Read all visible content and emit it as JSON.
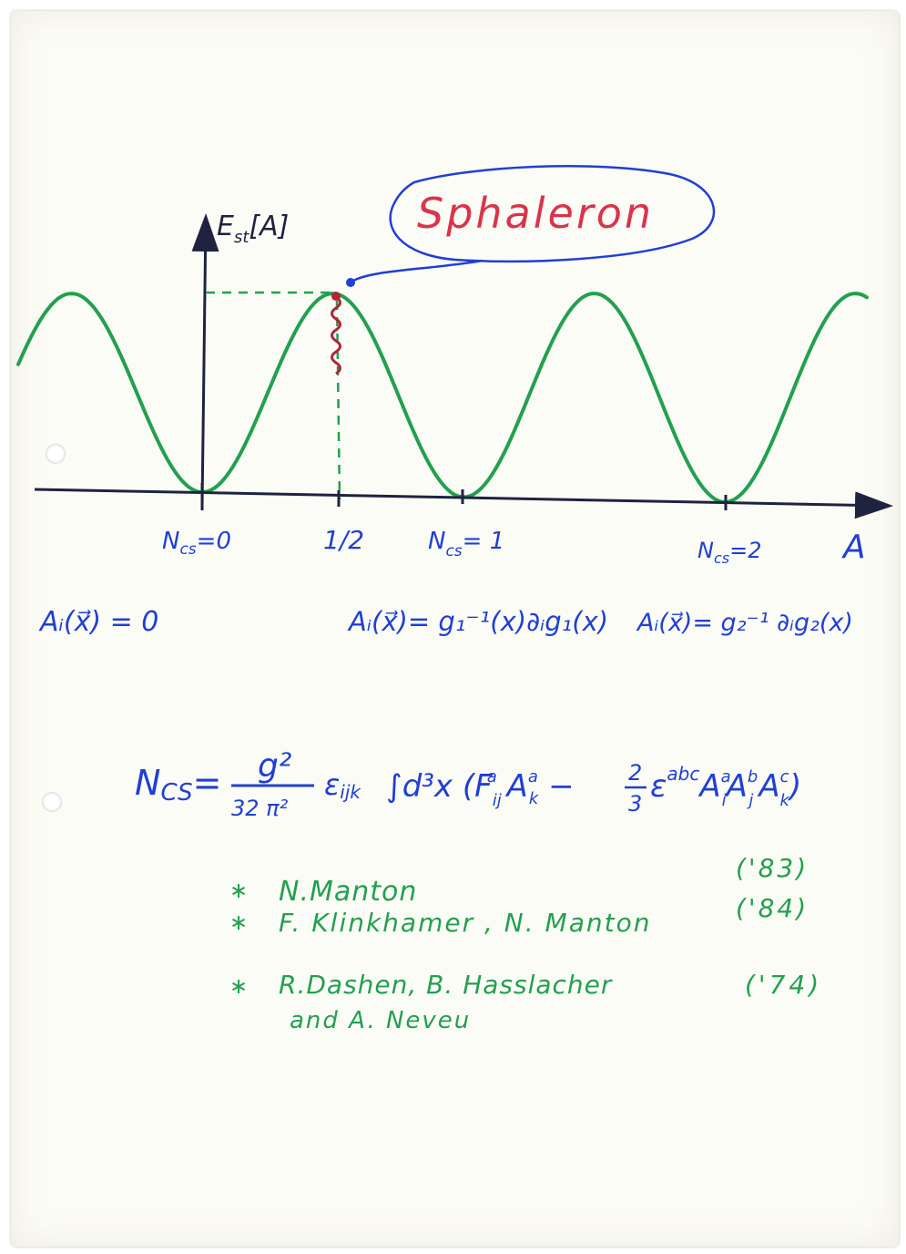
{
  "diagram": {
    "y_axis_label": "E",
    "y_axis_label_sub": "st",
    "y_axis_label_arg": "[A]",
    "x_axis_label": "A",
    "callout": "Sphaleron",
    "ticks": {
      "ncs0": "N",
      "ncs0_sub": "cs",
      "ncs0_val": "=0",
      "half": "1/2",
      "ncs1": "N",
      "ncs1_sub": "cs",
      "ncs1_val": "= 1",
      "ncs2": "N",
      "ncs2_sub": "cs",
      "ncs2_val": "=2"
    },
    "colors": {
      "curve": "#23a04f",
      "axes": "#1e2340",
      "ink": "#1f3fd6",
      "callout_text": "#d9344c",
      "wiggle": "#b2243a"
    }
  },
  "equations": {
    "vacuum0": "Aᵢ(x⃗) = 0",
    "vacuum1_lhs": "Aᵢ(x⃗)",
    "vacuum1_rhs": "= g₁⁻¹(x)∂ᵢg₁(x)",
    "vacuum2_lhs": "Aᵢ(x⃗)",
    "vacuum2_rhs": "= g₂⁻¹ ∂ᵢg₂(x)",
    "ncs_lhs": "N",
    "ncs_lhs_sub": "CS",
    "ncs_eq": "=",
    "ncs_num": "g²",
    "ncs_den": "32 π²",
    "ncs_body": "ε",
    "ncs_body_sub": "ijk",
    "ncs_integral": "∫d³x (F",
    "ncs_F_idx": "ij",
    "ncs_F_sup": "a",
    "ncs_A1": " A",
    "ncs_A1_sup": "a",
    "ncs_A1_sub": "k",
    "ncs_minus": " − ",
    "ncs_frac_num": "2",
    "ncs_frac_den": "3",
    "ncs_eps": " ε",
    "ncs_eps_sup": "abc",
    "ncs_tail": "A",
    "ncs_tail2": "A",
    "ncs_tail3": "A",
    "ncs_t1_sup": "a",
    "ncs_t1_sub": "i",
    "ncs_t2_sup": "b",
    "ncs_t2_sub": "j",
    "ncs_t3_sup": "c",
    "ncs_t3_sub": "k",
    "ncs_close": ")"
  },
  "references": [
    {
      "bullet": "∗",
      "text": "N.Manton",
      "year": "('83)"
    },
    {
      "bullet": "∗",
      "text": "F. Klinkhamer , N. Manton",
      "year": "('84)"
    },
    {
      "bullet": "∗",
      "text": "R.Dashen, B. Hasslacher",
      "text2": "and  A. Neveu",
      "year": "('74)"
    }
  ]
}
